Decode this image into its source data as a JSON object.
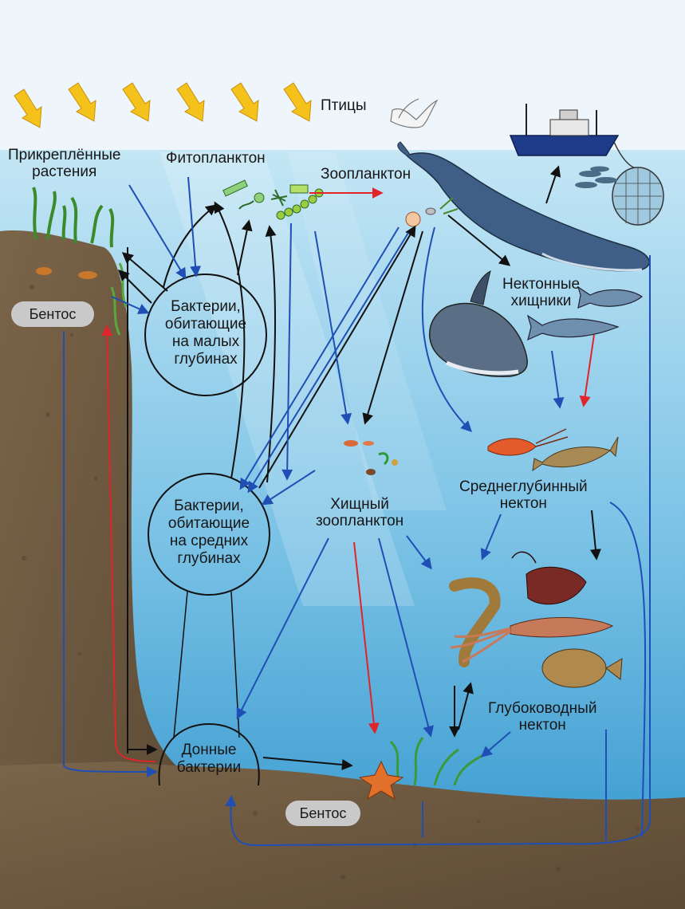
{
  "labels": {
    "birds": "Птицы",
    "attached_plants": "Прикреплённые\nрастения",
    "phytoplankton": "Фитопланктон",
    "zooplankton": "Зоопланктон",
    "nekton_predators": "Нектонные\nхищники",
    "benthos_left": "Бентос",
    "bacteria_shallow": "Бактерии,\nобитающие\nна малых\nглубинах",
    "bacteria_middle": "Бактерии,\nобитающие\nна средних\nглубинах",
    "bottom_bacteria": "Донные\nбактерии",
    "predatory_zooplankton": "Хищный\nзоопланктон",
    "midwater_nekton": "Среднеглубинный\nнектон",
    "deepsea_nekton": "Глубоководный\nнектон",
    "benthos_bottom": "Бентос"
  },
  "colors": {
    "sky": "#eef6fb",
    "sea_top": "#bfe3f3",
    "sea_bottom": "#3a9ed2",
    "soil": "#6e5940",
    "arrow_black": "#111111",
    "arrow_blue": "#1f4fb5",
    "arrow_red": "#e0242a",
    "sun_arrow": "#f4c21b",
    "pill": "#c9c9c9"
  },
  "icons": [
    "sun-ray-icon",
    "bird-icon",
    "fishing-boat-icon",
    "fishing-net-icon",
    "whale-icon",
    "orca-icon",
    "tuna-icon",
    "shrimp-icon",
    "cod-icon",
    "anglerfish-icon",
    "squid-icon",
    "flounder-icon",
    "starfish-icon",
    "seaweed-icon",
    "plankton-icon"
  ]
}
